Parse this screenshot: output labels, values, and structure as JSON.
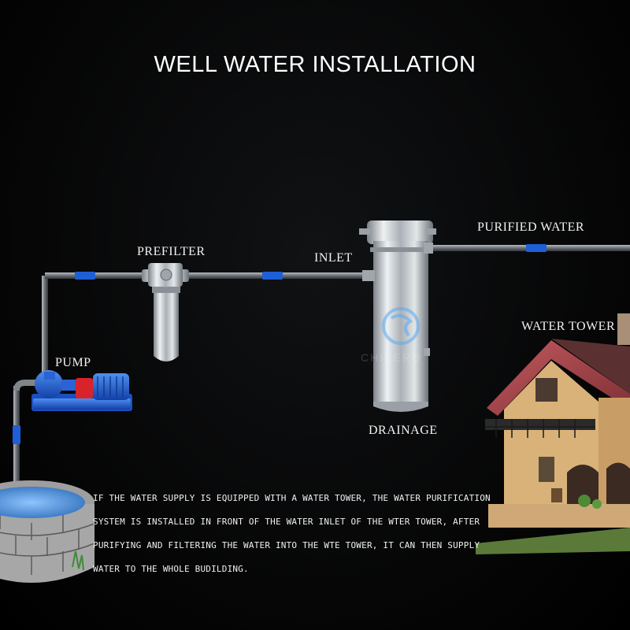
{
  "title": "WELL WATER INSTALLATION",
  "labels": {
    "prefilter": "PREFILTER",
    "inlet": "INLET",
    "purified_water": "PURIFIED WATER",
    "water_tower": "WATER TOWER",
    "pump": "PUMP",
    "drainage": "DRAINAGE"
  },
  "watermark": "CHIEERO",
  "description": [
    "IF THE WATER SUPPLY IS EQUIPPED WITH A WATER TOWER, THE WATER PURIFICATION",
    "SYSTEM IS INSTALLED IN FRONT OF THE WATER INLET OF THE WTER TOWER, AFTER",
    "PURIFYING AND FILTERING THE WATER INTO THE WTE TOWER, IT CAN THEN SUPPLY",
    "WATER TO THE WHOLE BUDILDING."
  ],
  "colors": {
    "pipe": "#8a8f95",
    "coupling": "#1f5fd6",
    "pump_body": "#1f5fd6",
    "motor_coupler": "#d8232a",
    "steel": "#c9ced3",
    "roof": "#a8444a",
    "wall": "#d9b27a",
    "well_stone": "#b4b4b4",
    "well_water": "#4a8fd6"
  }
}
